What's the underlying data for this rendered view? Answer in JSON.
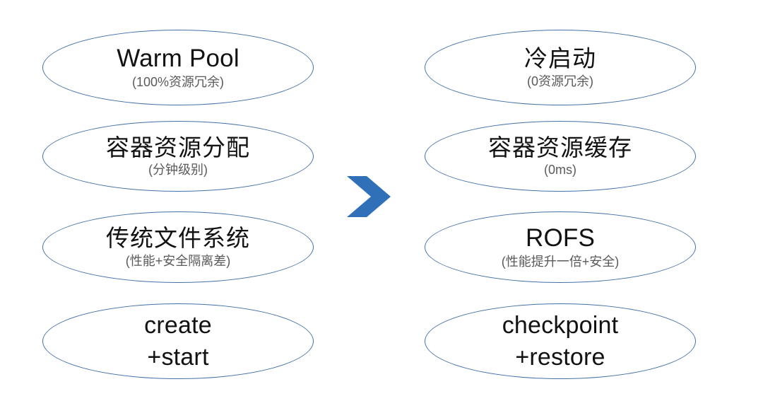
{
  "diagram": {
    "type": "before-after-comparison",
    "accent_color": "#3070b8",
    "ellipse_border_color": "#4472a8",
    "title_color": "#121212",
    "subtitle_color": "#5a5a5a",
    "arrow": {
      "icon": "chevron-right-arrow",
      "color": "#3070b8"
    },
    "left_column": [
      {
        "title": "Warm Pool",
        "subtitle": "(100%资源冗余)",
        "cjk": false
      },
      {
        "title": "容器资源分配",
        "subtitle": "(分钟级别)",
        "cjk": true
      },
      {
        "title": "传统文件系统",
        "subtitle": "(性能+安全隔离差)",
        "cjk": true
      },
      {
        "title": "create",
        "subtitle": "+start",
        "cjk": false,
        "stacked": true
      }
    ],
    "right_column": [
      {
        "title": "冷启动",
        "subtitle": "(0资源冗余)",
        "cjk": true
      },
      {
        "title": "容器资源缓存",
        "subtitle": "(0ms)",
        "cjk": true
      },
      {
        "title": "ROFS",
        "subtitle": "(性能提升一倍+安全)",
        "cjk": false
      },
      {
        "title": "checkpoint",
        "subtitle": "+restore",
        "cjk": false,
        "stacked": true
      }
    ]
  }
}
